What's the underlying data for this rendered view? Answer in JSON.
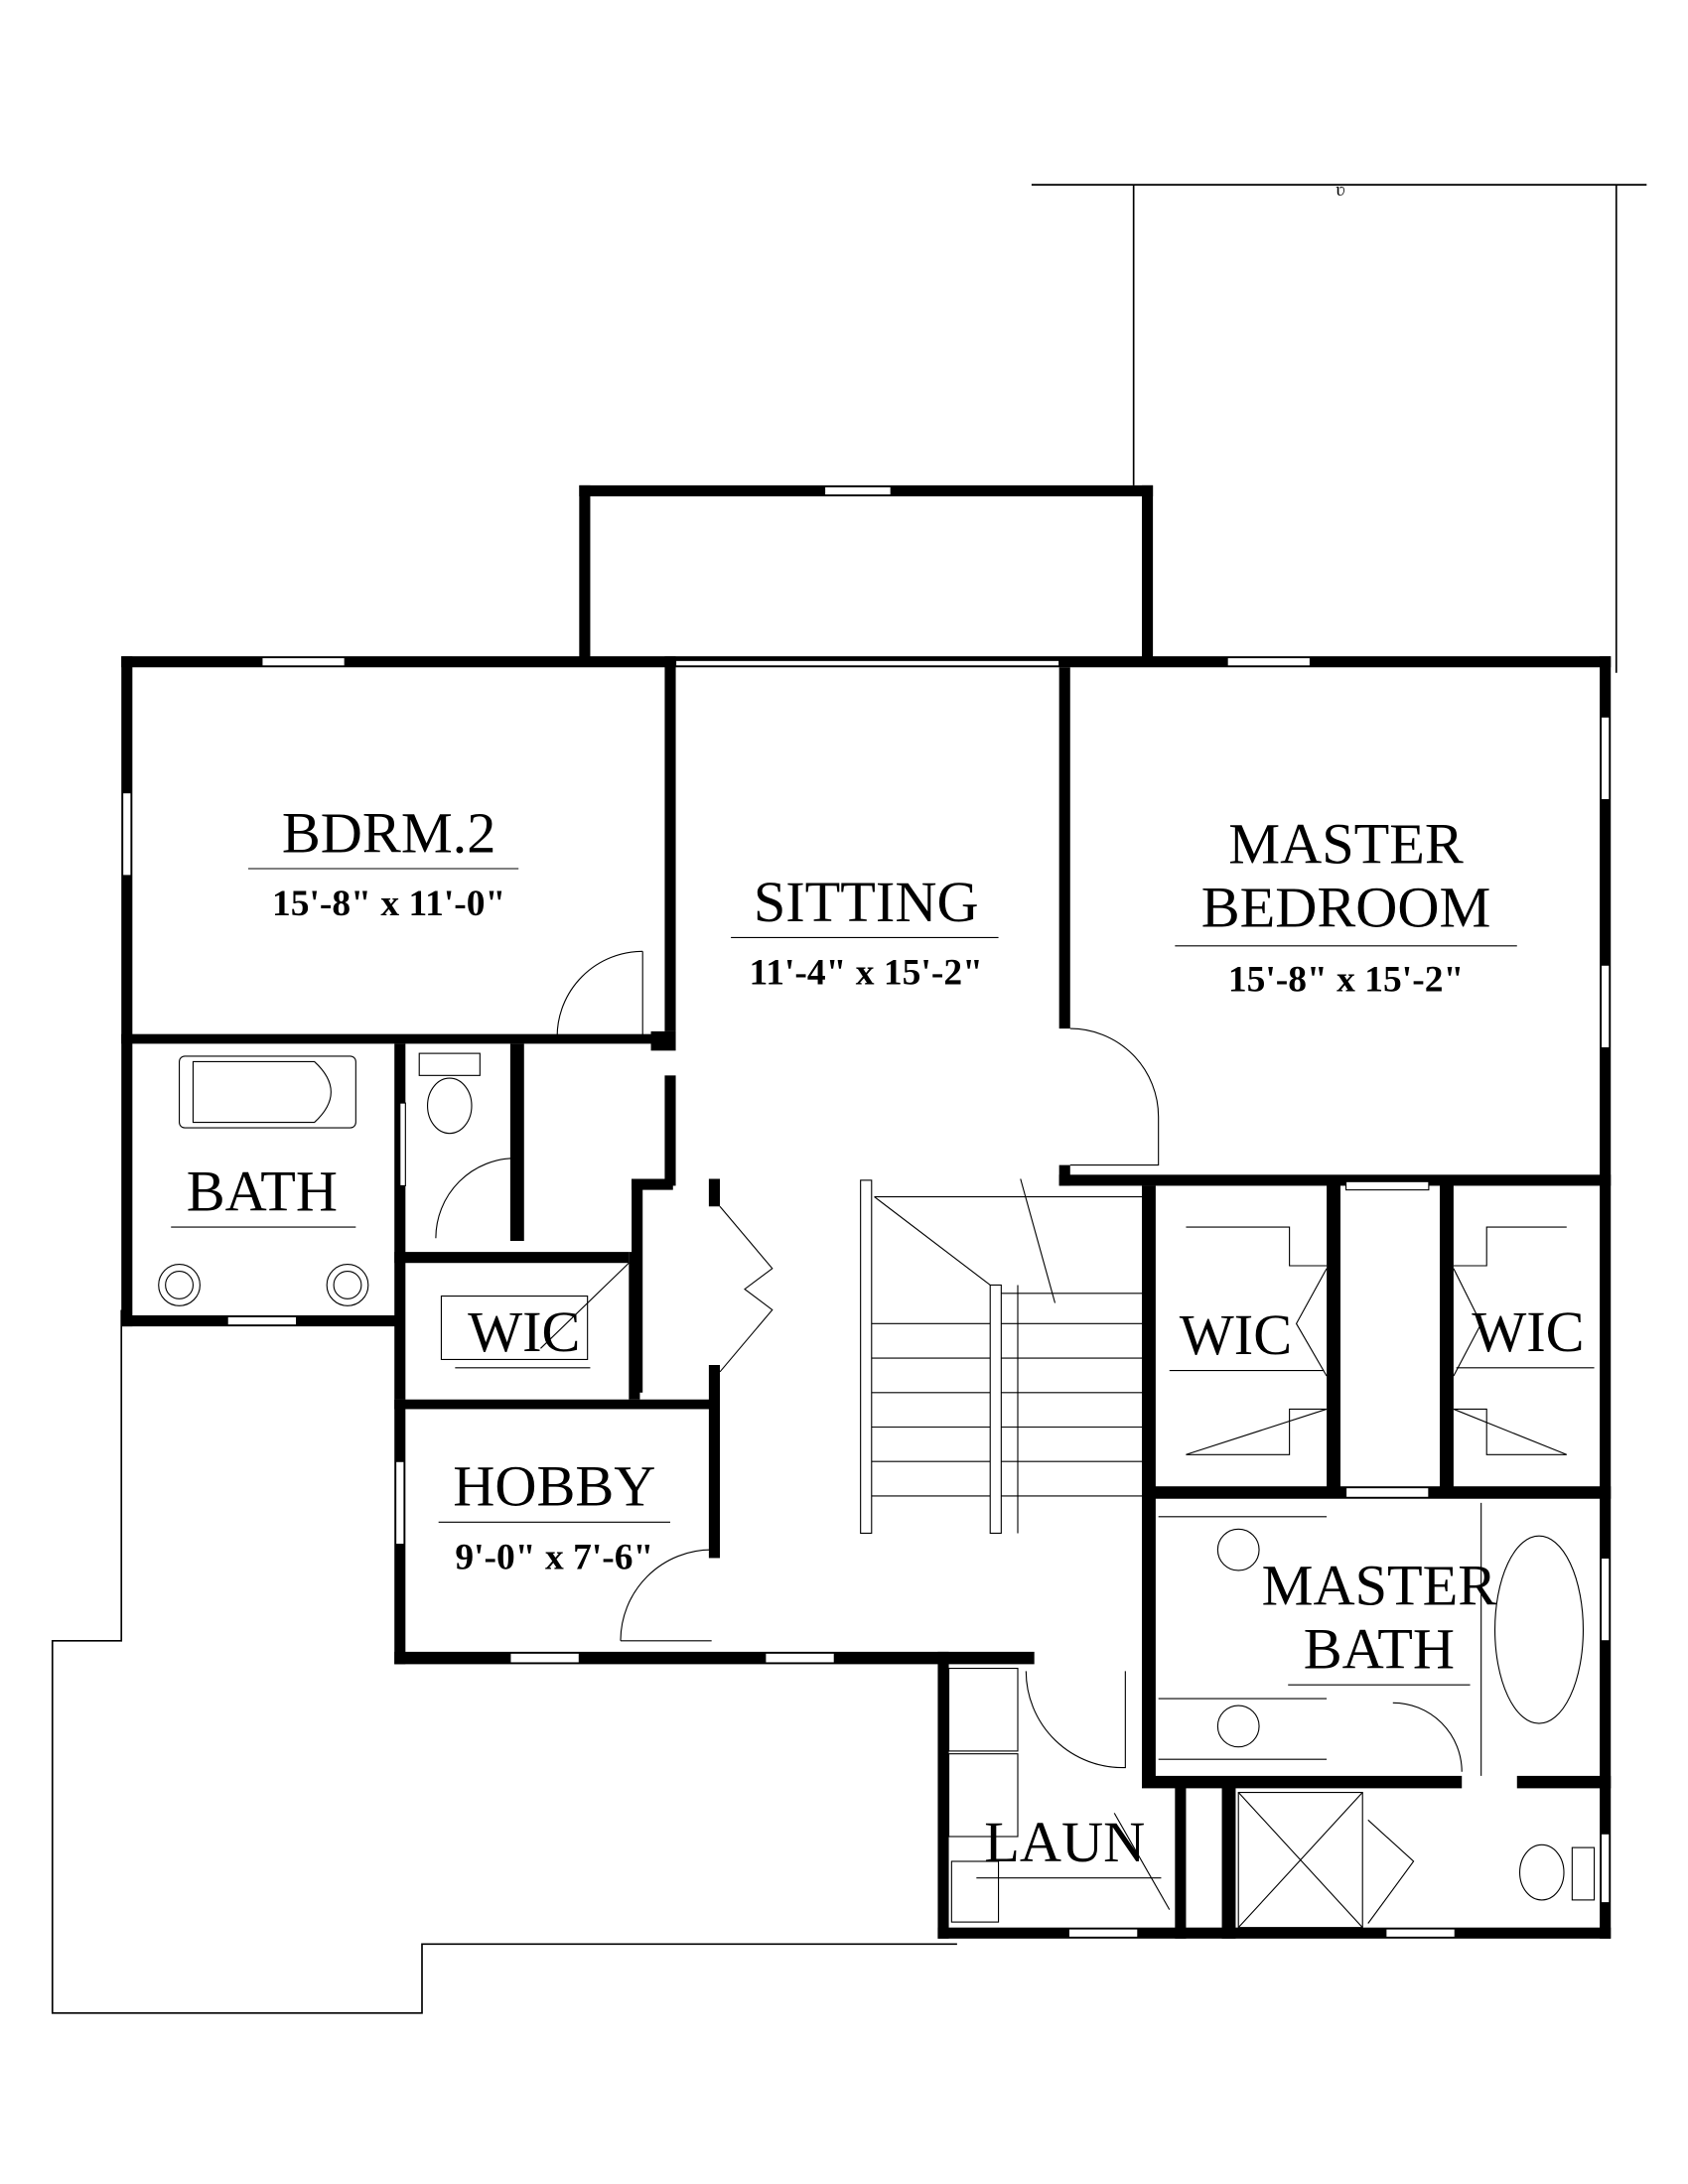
{
  "plan": {
    "rooms": [
      {
        "id": "bdrm2",
        "name": "BDRM.2",
        "dims": "15'-8\" x 11'-0\""
      },
      {
        "id": "sitting",
        "name": "SITTING",
        "dims": "11'-4\" x 15'-2\""
      },
      {
        "id": "master_bedroom",
        "name_line1": "MASTER",
        "name_line2": "BEDROOM",
        "dims": "15'-8\" x 15'-2\""
      },
      {
        "id": "bath",
        "name": "BATH"
      },
      {
        "id": "wic_hall",
        "name": "WIC"
      },
      {
        "id": "hobby",
        "name": "HOBBY",
        "dims": "9'-0\" x 7'-6\""
      },
      {
        "id": "wic_left",
        "name": "WIC"
      },
      {
        "id": "wic_right",
        "name": "WIC"
      },
      {
        "id": "master_bath",
        "name_line1": "MASTER",
        "name_line2": "BATH"
      },
      {
        "id": "laun",
        "name": "LAUN"
      }
    ],
    "colors": {
      "wall": "#000000",
      "background": "#ffffff"
    }
  }
}
